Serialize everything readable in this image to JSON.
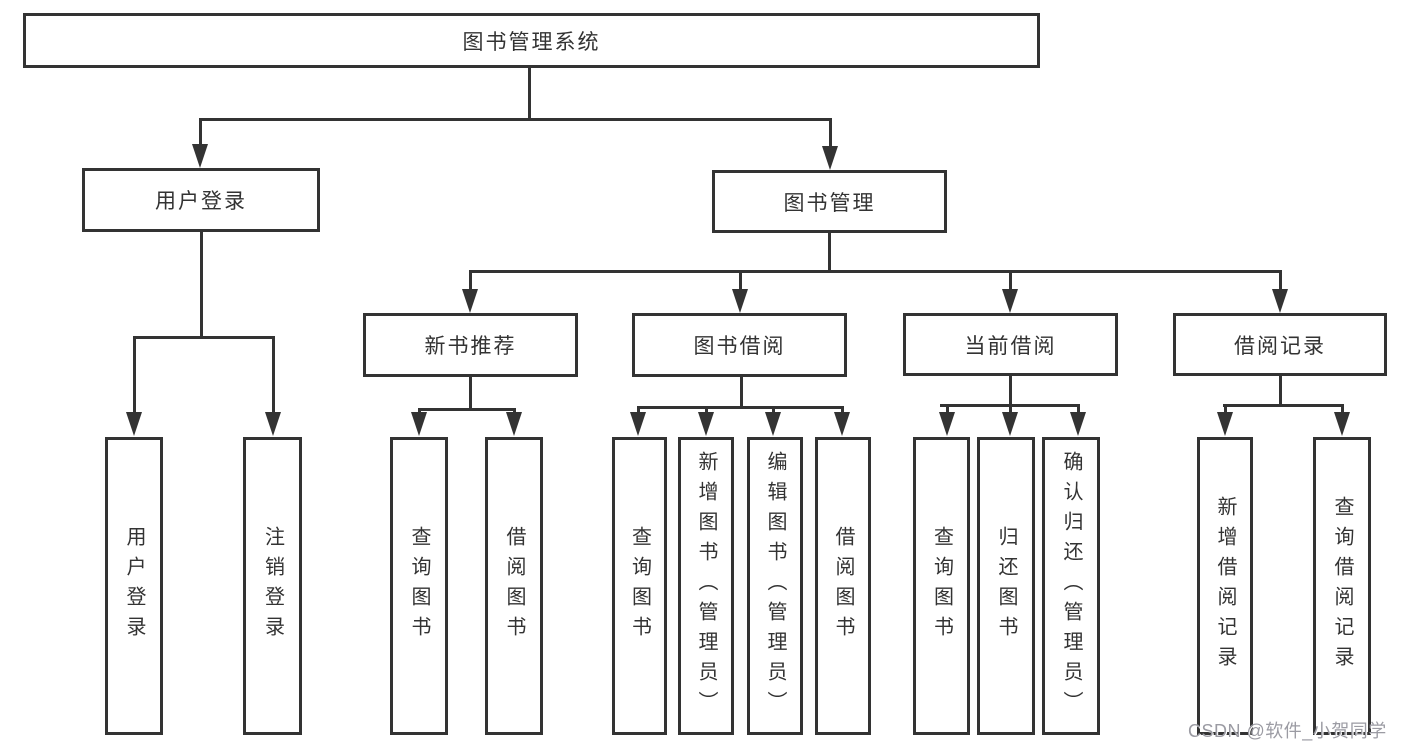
{
  "diagram": {
    "root": {
      "label": "图书管理系统"
    },
    "level2": [
      {
        "label": "用户登录"
      },
      {
        "label": "图书管理"
      }
    ],
    "level3": [
      {
        "label": "新书推荐",
        "parent": "图书管理"
      },
      {
        "label": "图书借阅",
        "parent": "图书管理"
      },
      {
        "label": "当前借阅",
        "parent": "图书管理"
      },
      {
        "label": "借阅记录",
        "parent": "图书管理"
      }
    ],
    "leaves": [
      {
        "label": "用户登录",
        "parent": "用户登录"
      },
      {
        "label": "注销登录",
        "parent": "用户登录"
      },
      {
        "label": "查询图书",
        "parent": "新书推荐"
      },
      {
        "label": "借阅图书",
        "parent": "新书推荐"
      },
      {
        "label": "查询图书",
        "parent": "图书借阅"
      },
      {
        "label": "新增图书（管理员）",
        "parent": "图书借阅"
      },
      {
        "label": "编辑图书（管理员）",
        "parent": "图书借阅"
      },
      {
        "label": "借阅图书",
        "parent": "图书借阅"
      },
      {
        "label": "查询图书",
        "parent": "当前借阅"
      },
      {
        "label": "归还图书",
        "parent": "当前借阅"
      },
      {
        "label": "确认归还（管理员）",
        "parent": "当前借阅"
      },
      {
        "label": "新增借阅记录",
        "parent": "借阅记录"
      },
      {
        "label": "查询借阅记录",
        "parent": "借阅记录"
      }
    ]
  },
  "watermark": {
    "text": "CSDN @软件_小贺同学"
  },
  "colors": {
    "line": "#333333",
    "text": "#333333",
    "watermark": "#9b9ba3",
    "background": "#ffffff"
  }
}
